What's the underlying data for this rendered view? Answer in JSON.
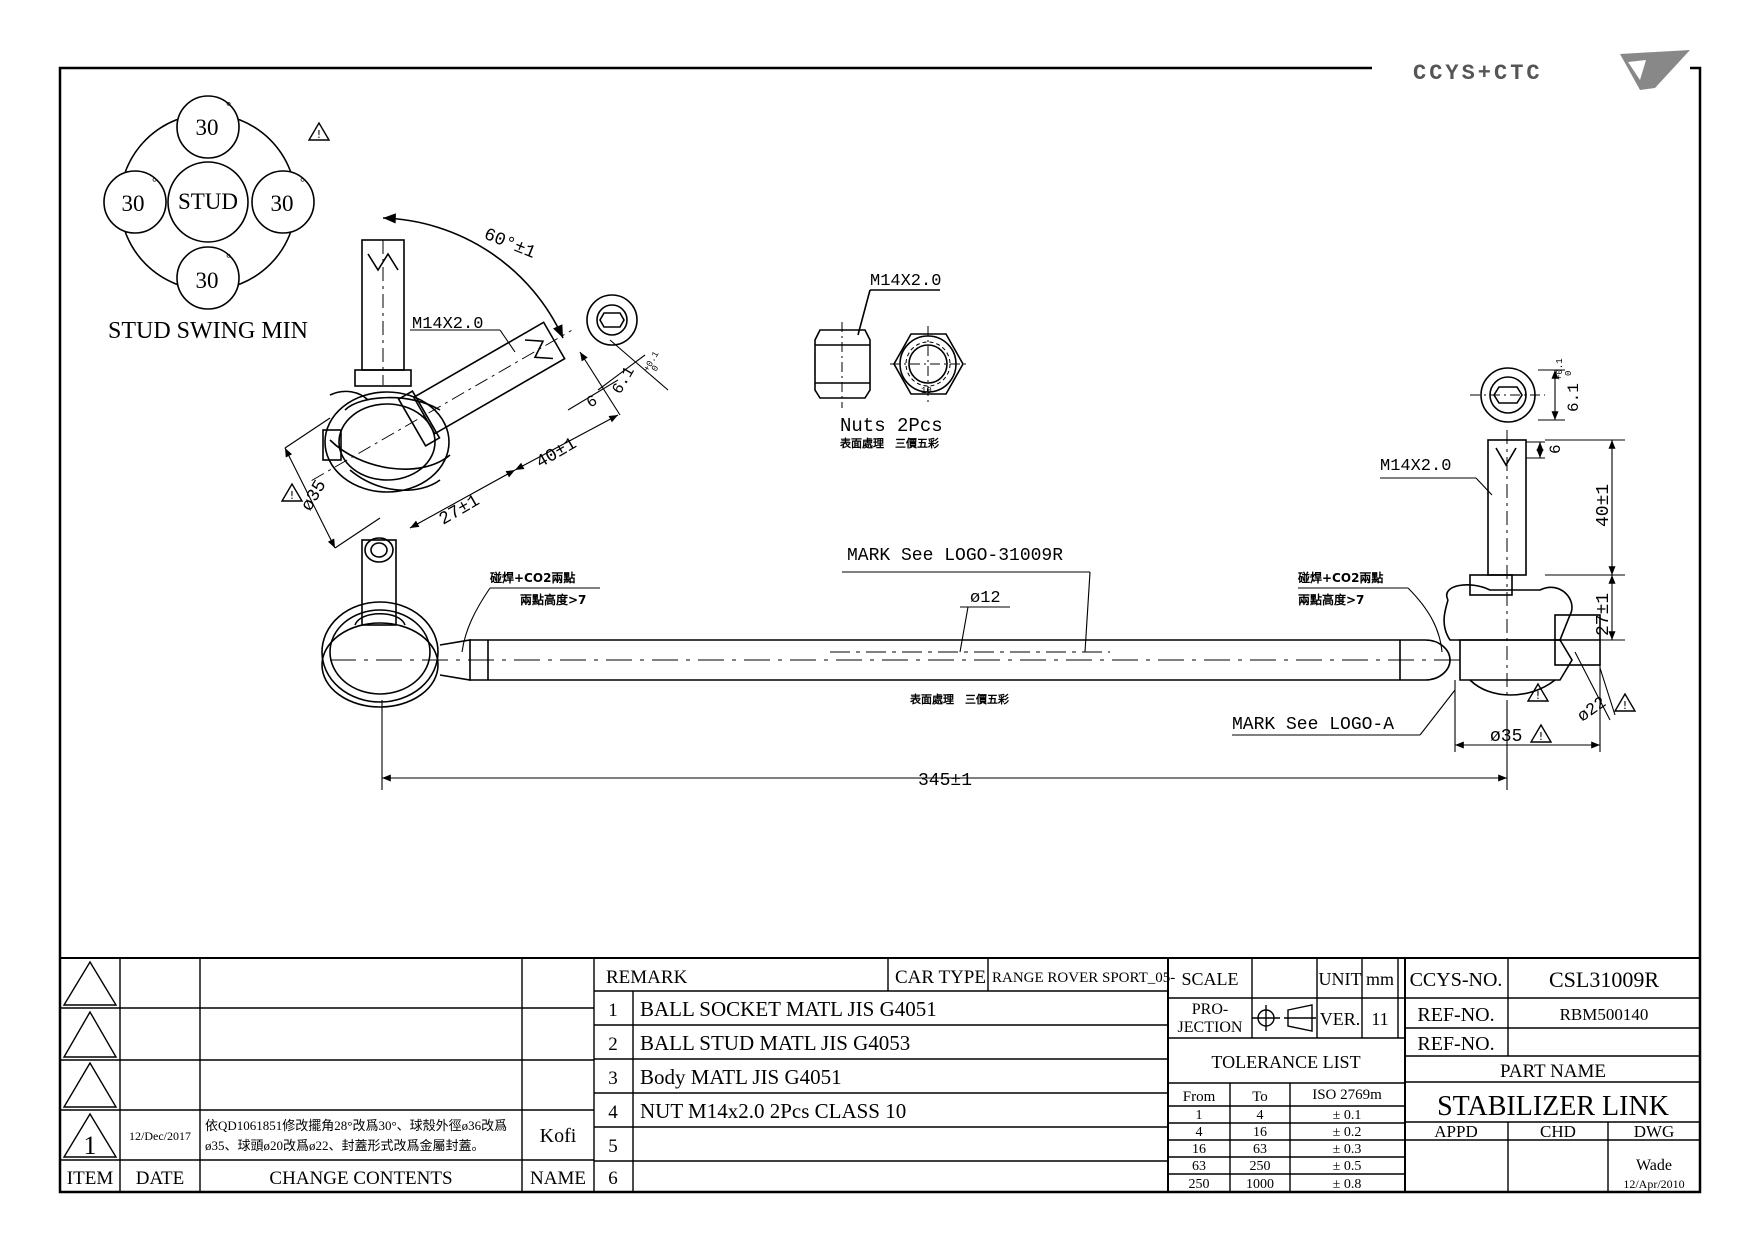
{
  "brand": {
    "logo_text": "CCYS+CTC"
  },
  "swing": {
    "top": "30",
    "left": "30",
    "right": "30",
    "bottom": "30",
    "center": "STUD",
    "degree": "°",
    "caption": "STUD SWING MIN"
  },
  "dims": {
    "angle": "60°±1",
    "thread_left": "M14X2.0",
    "thread_nut": "M14X2.0",
    "thread_right": "M14X2.0",
    "hex_left": "6",
    "hex_right": "6",
    "socket_left": "6.1",
    "socket_right": "6.1",
    "tol_plus": "+0.1",
    "tol_zero": "0",
    "len40_left": "40±1",
    "len27_left": "27±1",
    "len40_right": "40±1",
    "len27_right": "27±1",
    "dia35_left": "ø35",
    "dia35_right": "ø35",
    "dia22": "ø22",
    "dia12": "ø12",
    "overall": "345±1",
    "nut_teeth": "10"
  },
  "notes": {
    "mark_logo": "MARK See LOGO-31009R",
    "mark_logo_a": "MARK See LOGO-A",
    "weld_left_1": "碰焊+CO2兩點",
    "weld_left_2": "兩點高度>7",
    "weld_right_1": "碰焊+CO2兩點",
    "weld_right_2": "兩點高度>7",
    "nuts": "Nuts 2Pcs",
    "surface_nut": "表面處理　三價五彩",
    "surface_bar": "表面處理　三價五彩",
    "warn": "!"
  },
  "revisions": {
    "rows": [
      {
        "item": "",
        "date": "",
        "change_1": "",
        "change_2": "",
        "name": ""
      },
      {
        "item": "",
        "date": "",
        "change_1": "",
        "change_2": "",
        "name": ""
      },
      {
        "item": "",
        "date": "",
        "change_1": "",
        "change_2": "",
        "name": ""
      },
      {
        "item": "1",
        "date": "12/Dec/2017",
        "change_1": "依QD1061851修改擺角28°改爲30°、球殼外徑ø36改爲",
        "change_2": "ø35、球頭ø20改爲ø22、封蓋形式改爲金屬封蓋。",
        "name": "Kofi"
      }
    ],
    "headers": {
      "item": "ITEM",
      "date": "DATE",
      "change": "CHANGE CONTENTS",
      "name": "NAME"
    }
  },
  "remarks": {
    "remark_label": "REMARK",
    "car_type_label": "CAR TYPE",
    "car_type": "RANGE ROVER SPORT_05-",
    "items": [
      {
        "no": "1",
        "text": "BALL SOCKET MATL JIS G4051"
      },
      {
        "no": "2",
        "text": "BALL STUD MATL JIS G4053"
      },
      {
        "no": "3",
        "text": "Body MATL JIS G4051"
      },
      {
        "no": "4",
        "text": "NUT M14x2.0 2Pcs CLASS 10"
      },
      {
        "no": "5",
        "text": ""
      },
      {
        "no": "6",
        "text": ""
      }
    ]
  },
  "title_block": {
    "scale_label": "SCALE",
    "unit_label": "UNIT",
    "unit": "mm",
    "projection_1": "PRO-",
    "projection_2": "JECTION",
    "ver_label": "VER.",
    "ver": "11",
    "tolerance_title": "TOLERANCE LIST",
    "tol_headers": {
      "from": "From",
      "to": "To",
      "iso": "ISO 2769m"
    },
    "tolerances": [
      {
        "from": "1",
        "to": "4",
        "tol": "± 0.1"
      },
      {
        "from": "4",
        "to": "16",
        "tol": "± 0.2"
      },
      {
        "from": "16",
        "to": "63",
        "tol": "± 0.3"
      },
      {
        "from": "63",
        "to": "250",
        "tol": "± 0.5"
      },
      {
        "from": "250",
        "to": "1000",
        "tol": "± 0.8"
      }
    ],
    "ccys_label": "CCYS-NO.",
    "ccys_no": "CSL31009R",
    "ref_label_1": "REF-NO.",
    "ref_no_1": "RBM500140",
    "ref_label_2": "REF-NO.",
    "ref_no_2": "",
    "part_name_label": "PART NAME",
    "part_name": "STABILIZER LINK",
    "appd": "APPD",
    "chd": "CHD",
    "dwg": "DWG",
    "drawer": "Wade",
    "drawn_date": "12/Apr/2010"
  }
}
